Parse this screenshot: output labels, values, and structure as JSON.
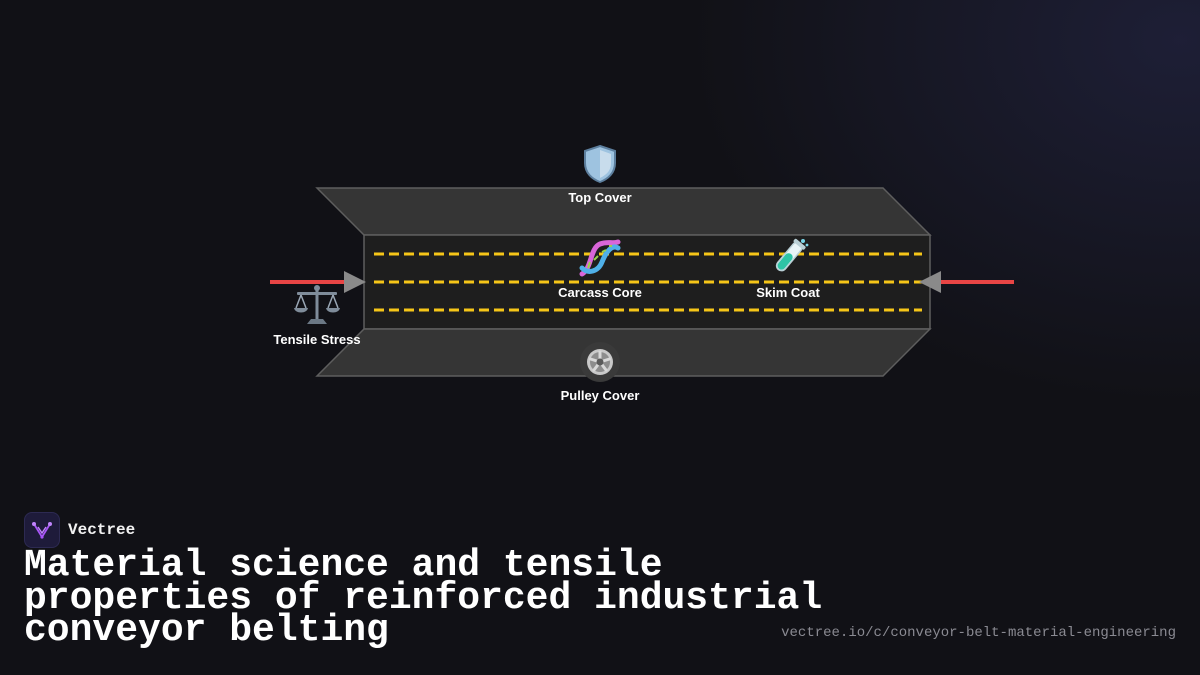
{
  "diagram": {
    "layers": {
      "top_cover": {
        "label": "Top Cover",
        "icon": "shield-icon"
      },
      "carcass_core": {
        "label": "Carcass Core",
        "icon": "dna-icon"
      },
      "skim_coat": {
        "label": "Skim Coat",
        "icon": "test-tube-icon"
      },
      "pulley_cover": {
        "label": "Pulley Cover",
        "icon": "wheel-icon"
      }
    },
    "force": {
      "label": "Tensile Stress",
      "icon": "balance-scale-icon"
    },
    "colors": {
      "arrow": "#e84545",
      "reinforcement": "#f5c518",
      "layer_fill": "#333333",
      "core_fill": "#1e1e1e"
    }
  },
  "brand": {
    "name": "Vectree"
  },
  "title": "Material science and tensile properties of reinforced industrial conveyor belting",
  "url": "vectree.io/c/conveyor-belt-material-engineering"
}
